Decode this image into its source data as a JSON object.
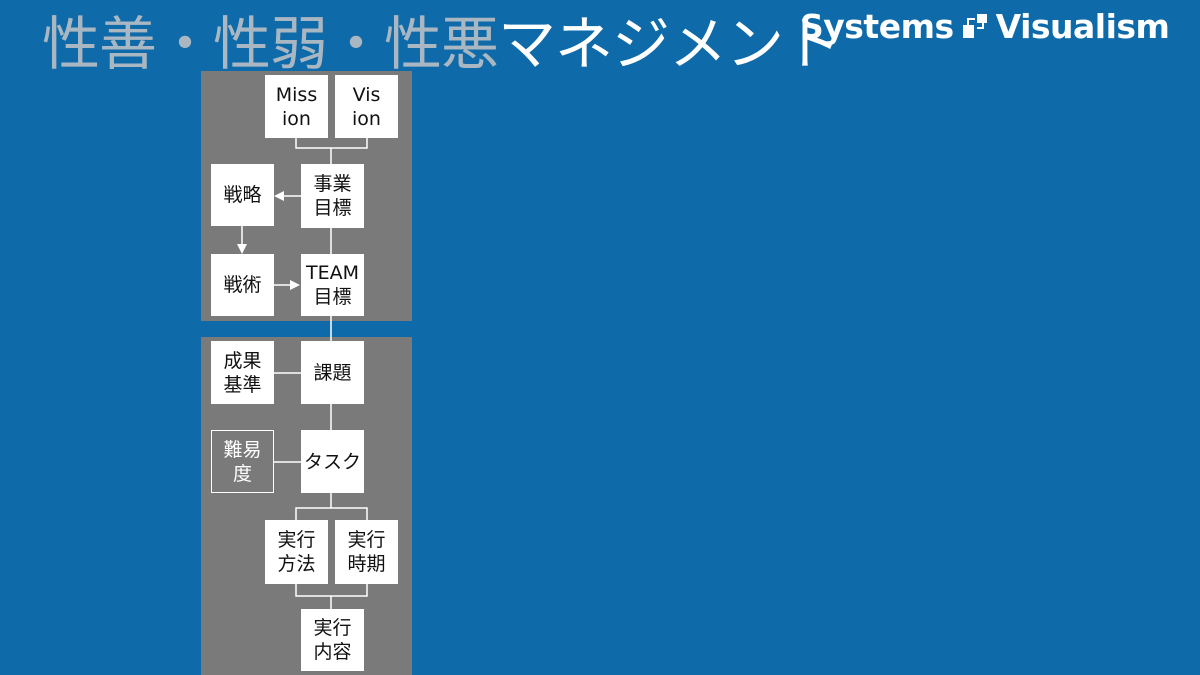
{
  "title": {
    "part1": "性善・性弱・性悪",
    "part2": "マネジメント"
  },
  "logo": {
    "left": "Systems",
    "right": "Visualism",
    "icon": "systems-visualism-logo-icon"
  },
  "colors": {
    "background": "#0e6aa8",
    "panel": "#7a7a7a",
    "box": "#ffffff",
    "title_dim": "#a9b7c3"
  },
  "diagram": {
    "mission": "Miss\nion",
    "vision": "Vis\nion",
    "business_goal": "事業\n目標",
    "strategy": "戦略",
    "tactics": "戦術",
    "team_goal": "TEAM\n目標",
    "success_criteria": "成果\n基準",
    "issue": "課題",
    "difficulty": "難易\n度",
    "task": "タスク",
    "method": "実行\n方法",
    "timing": "実行\n時期",
    "content": "実行\n内容"
  }
}
